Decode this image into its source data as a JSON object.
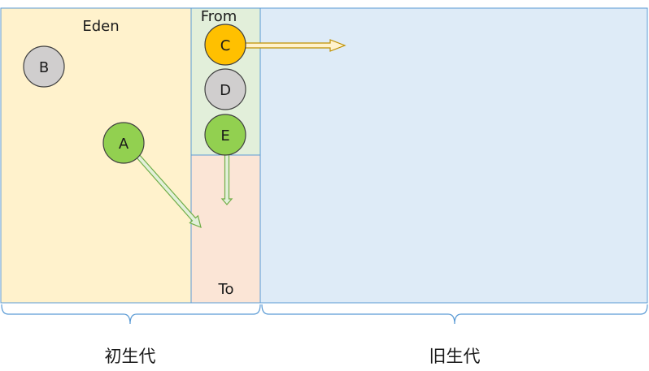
{
  "regions": {
    "eden": {
      "label": "Eden",
      "color": "#fff2cc"
    },
    "from": {
      "label": "From",
      "color": "#e2efda"
    },
    "to": {
      "label": "To",
      "color": "#fbe5d6"
    },
    "old_gen": {
      "label": "",
      "color": "#deebf7"
    }
  },
  "objects": {
    "a": {
      "label": "A",
      "color": "#92d050"
    },
    "b": {
      "label": "B",
      "color": "#d0cece"
    },
    "c": {
      "label": "C",
      "color": "#ffc000"
    },
    "d": {
      "label": "D",
      "color": "#d0cece"
    },
    "e": {
      "label": "E",
      "color": "#92d050"
    }
  },
  "arrows": [
    {
      "from": "A",
      "to": "To"
    },
    {
      "from": "E",
      "to": "To"
    },
    {
      "from": "C",
      "to": "旧生代"
    }
  ],
  "braces": {
    "young_label": "初生代",
    "old_label": "旧生代",
    "color": "#5b9bd5"
  },
  "colors": {
    "region_border": "#5b9bd5",
    "circle_border": "#404040",
    "arrow_green_fill": "#e2f0d9",
    "arrow_green_stroke": "#70ad47",
    "arrow_yellow_fill": "#fff2cc",
    "arrow_yellow_stroke": "#bf9000"
  }
}
